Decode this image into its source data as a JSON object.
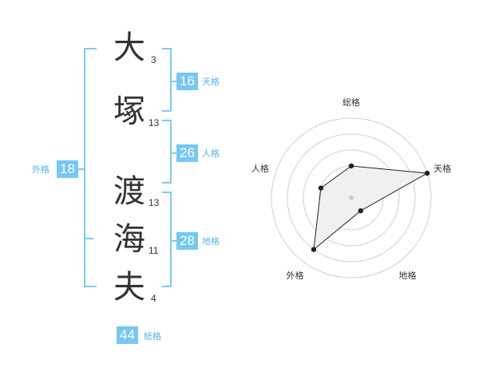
{
  "name": {
    "chars": [
      {
        "char": "大",
        "strokes": "3"
      },
      {
        "char": "塚",
        "strokes": "13"
      },
      {
        "char": "渡",
        "strokes": "13"
      },
      {
        "char": "海",
        "strokes": "11"
      },
      {
        "char": "夫",
        "strokes": "4"
      }
    ]
  },
  "fortunes": {
    "tenkaku": {
      "value": "16",
      "label": "天格"
    },
    "jinkaku": {
      "value": "26",
      "label": "人格"
    },
    "chikaku": {
      "value": "28",
      "label": "地格"
    },
    "gaikaku": {
      "value": "18",
      "label": "外格"
    },
    "soukaku": {
      "value": "44",
      "label": "総格"
    }
  },
  "chart_data": {
    "type": "radar",
    "axes": [
      "総格",
      "天格",
      "地格",
      "外格",
      "人格"
    ],
    "values": [
      2,
      5,
      1,
      4,
      2
    ],
    "rmax": 5,
    "rings": 5,
    "colors": {
      "fill": "#eeeeee",
      "line": "#222222",
      "ring": "#d0d0d0",
      "center": "#cccccc"
    }
  }
}
